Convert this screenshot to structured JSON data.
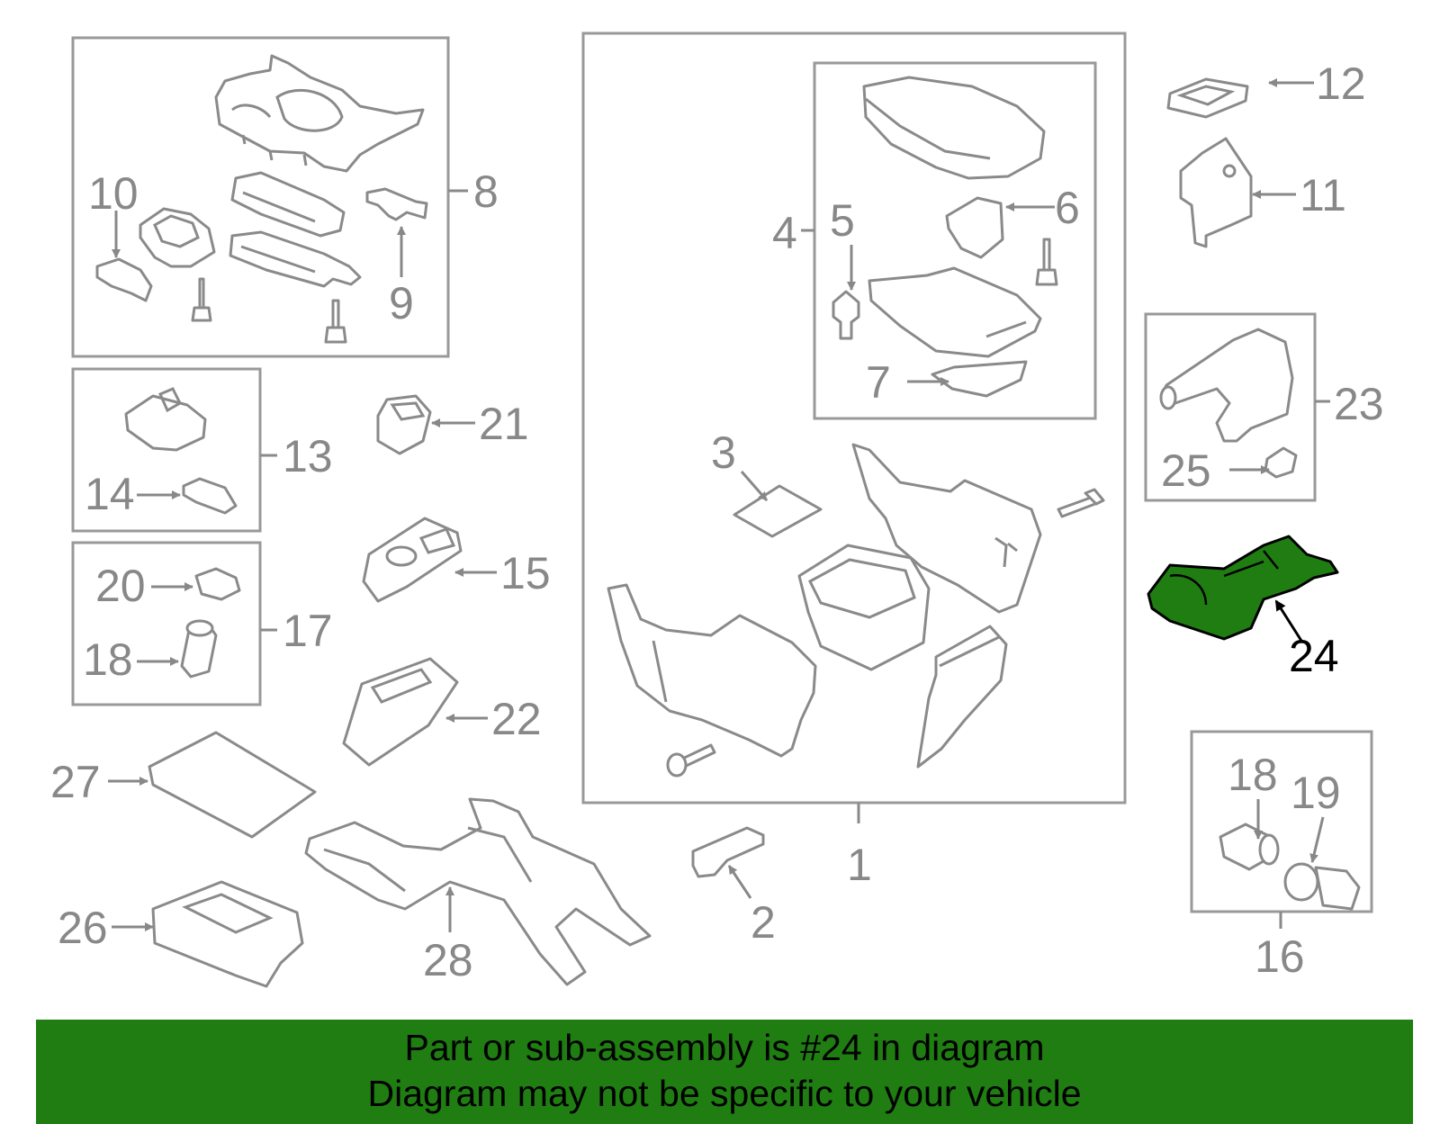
{
  "labels": [
    "1",
    "2",
    "3",
    "4",
    "5",
    "6",
    "7",
    "8",
    "9",
    "10",
    "11",
    "12",
    "13",
    "14",
    "15",
    "16",
    "17",
    "18",
    "18",
    "19",
    "20",
    "21",
    "22",
    "23",
    "24",
    "25",
    "26",
    "27",
    "28"
  ],
  "highlighted_part": "24",
  "highlight_color": "#1f7d12",
  "banner": {
    "line1": "Part or sub-assembly is #24 in diagram",
    "line2": "Diagram may not be specific to your vehicle"
  }
}
